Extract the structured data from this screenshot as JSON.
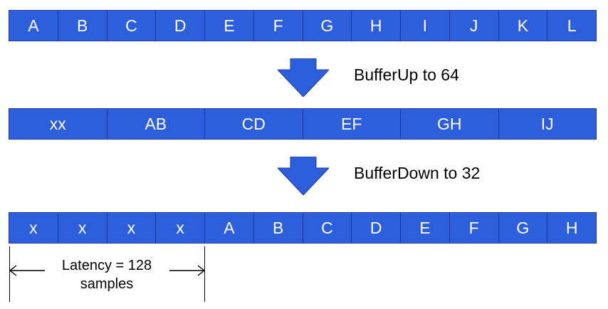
{
  "rows": {
    "top": [
      "A",
      "B",
      "C",
      "D",
      "E",
      "F",
      "G",
      "H",
      "I",
      "J",
      "K",
      "L"
    ],
    "middle": [
      "xx",
      "AB",
      "CD",
      "EF",
      "GH",
      "IJ"
    ],
    "bottom": [
      "x",
      "x",
      "x",
      "x",
      "A",
      "B",
      "C",
      "D",
      "E",
      "F",
      "G",
      "H"
    ]
  },
  "steps": {
    "buffer_up": "BufferUp to 64",
    "buffer_down": "BufferDown to 32"
  },
  "latency": {
    "line1": "Latency = 128",
    "line2": "samples"
  },
  "colors": {
    "cell_fill": "#2d5fdd",
    "arrow_fill": "#2d5fdd",
    "cell_text": "#ffffff"
  }
}
